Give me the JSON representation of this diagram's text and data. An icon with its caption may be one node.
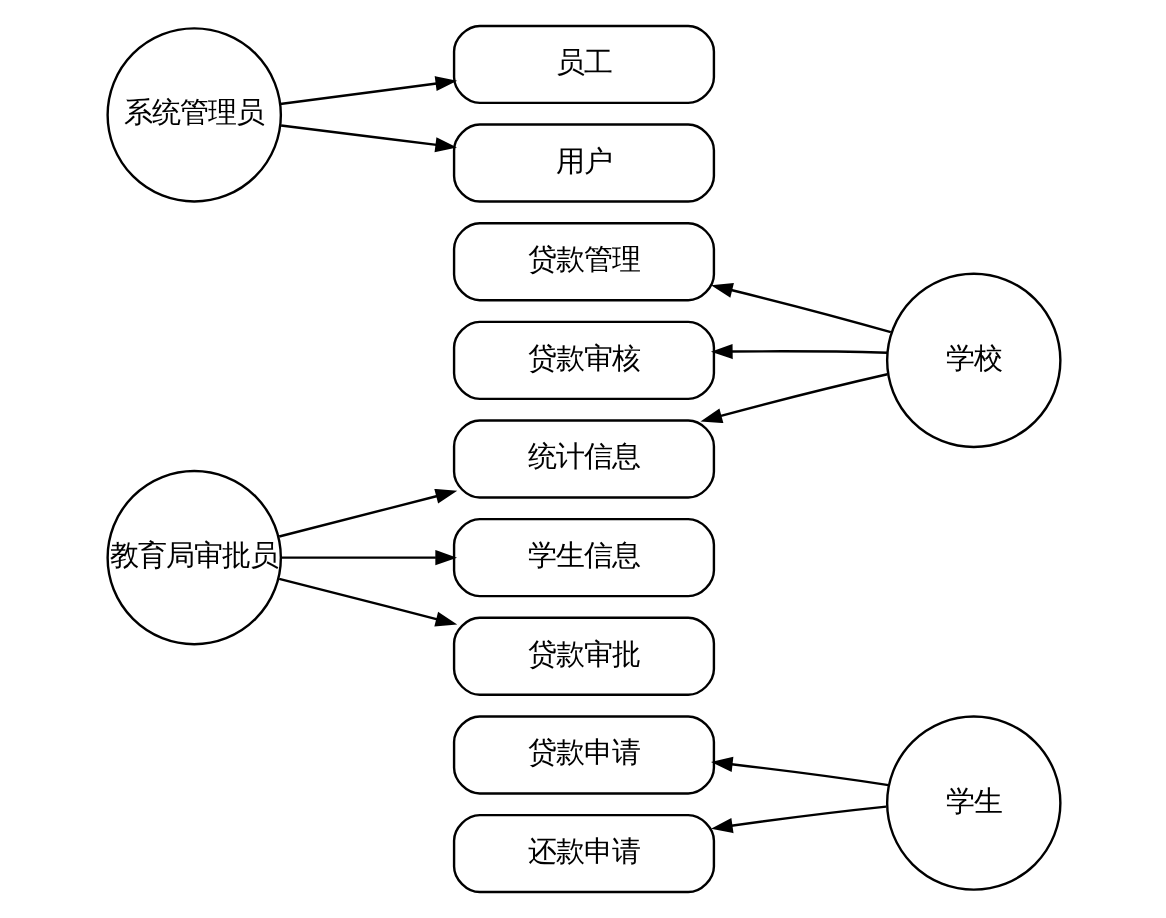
{
  "diagram": {
    "nodes": [
      {
        "text": [
          "系统管理员"
        ]
      },
      {
        "text": [
          "学校"
        ]
      },
      {
        "text": [
          "员工"
        ]
      },
      {
        "text": [
          "用户"
        ]
      },
      {
        "text": [
          "贷款管理"
        ]
      },
      {
        "text": [
          "贷款审核"
        ]
      },
      {
        "text": [
          "统计信息"
        ]
      },
      {
        "text": [
          "教育局审批员"
        ]
      },
      {
        "text": [
          "学生信息"
        ]
      },
      {
        "text": [
          "贷款审批"
        ]
      },
      {
        "text": [
          "学生"
        ]
      },
      {
        "text": [
          "贷款申请"
        ]
      },
      {
        "text": [
          "还款申请"
        ]
      }
    ],
    "edges": [
      {
        "from": 0,
        "to": 2,
        "arrow": "to"
      },
      {
        "from": 0,
        "to": 3,
        "arrow": "to"
      },
      {
        "from": 1,
        "to": 4,
        "arrow": "to"
      },
      {
        "from": 1,
        "to": 5,
        "arrow": "to"
      },
      {
        "from": 1,
        "to": 6,
        "arrow": "to"
      },
      {
        "from": 7,
        "to": 6,
        "arrow": "to"
      },
      {
        "from": 7,
        "to": 8,
        "arrow": "to"
      },
      {
        "from": 7,
        "to": 9,
        "arrow": "to"
      },
      {
        "from": 10,
        "to": 11,
        "arrow": "to"
      },
      {
        "from": 10,
        "to": 12,
        "arrow": "to"
      }
    ]
  }
}
